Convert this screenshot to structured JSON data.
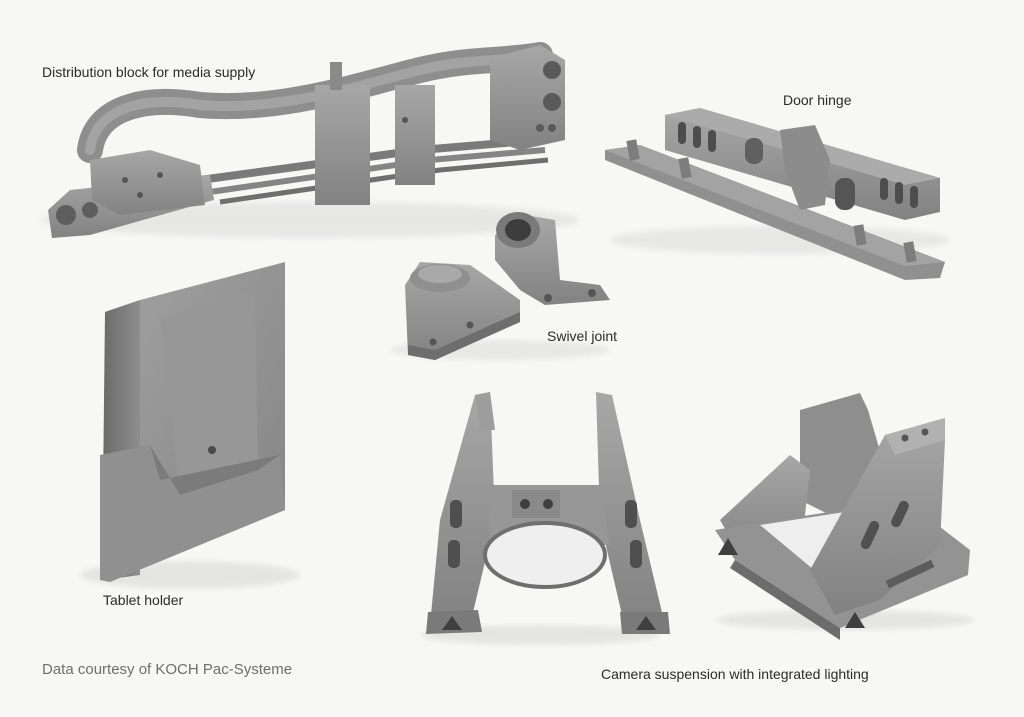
{
  "parts": {
    "distribution_block": {
      "label": "Distribution block for media supply"
    },
    "door_hinge": {
      "label": "Door hinge"
    },
    "swivel_joint": {
      "label": "Swivel joint"
    },
    "tablet_holder": {
      "label": "Tablet holder"
    },
    "camera_suspension": {
      "label": "Camera suspension with integrated lighting"
    }
  },
  "credit": "Data courtesy of KOCH Pac-Systeme",
  "colors": {
    "background": "#f7f7f6",
    "metal_light": "#a3a3a3",
    "metal_mid": "#8a8a8a",
    "metal_dark": "#5d5d5d",
    "label_text": "#2b2b2b",
    "credit_text": "#6e6e6e"
  }
}
